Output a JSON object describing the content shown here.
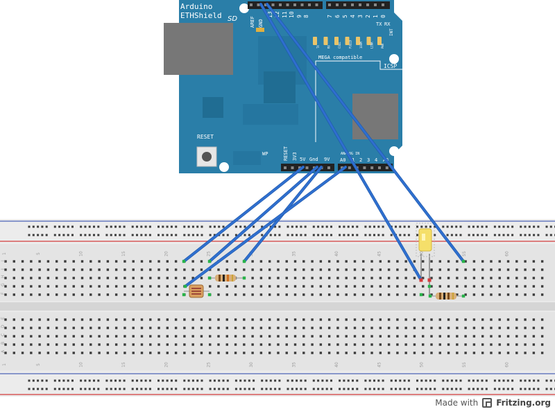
{
  "arduino": {
    "brand": "Arduino",
    "model": "ETHShield",
    "sd_label": "SD",
    "aref_label": "AREF",
    "gnd_label": "GND",
    "digital_pins": [
      "13",
      "12",
      "11",
      "10",
      "9",
      "8",
      "7",
      "6",
      "5",
      "4",
      "3",
      "2",
      "1",
      "0"
    ],
    "tx_label": "TX",
    "rx_label": "RX",
    "int_label": "INT",
    "mega_label": "MEGA compatible",
    "icsp_label": "ICSP",
    "reset_button_label": "RESET",
    "reset_pin_label": "RESET",
    "v33_label": "3V3",
    "v5_label": "5V",
    "gnd_power_label": "Gnd",
    "v9_label": "9V",
    "analog_in_label": "ANALOG IN",
    "analog_pins": [
      "A0",
      "1",
      "2",
      "3",
      "4",
      "A5"
    ],
    "wp_label": "WP",
    "led_labels": [
      "TX",
      "RX",
      "COLL",
      "FULLD",
      "100M",
      "LINK",
      "PWR"
    ]
  },
  "breadboard": {
    "row_letters_top": [
      "J",
      "I",
      "H",
      "G",
      "F"
    ],
    "row_letters_bottom": [
      "E",
      "D",
      "C",
      "B",
      "A"
    ],
    "column_numbers": [
      "1",
      "5",
      "10",
      "15",
      "20",
      "25",
      "30",
      "35",
      "40",
      "45",
      "50",
      "55",
      "60"
    ]
  },
  "footer": {
    "made_with": "Made with",
    "brand": "Fritzing.org"
  },
  "colors": {
    "board": "#2a7ea8",
    "board_dark": "#206d93",
    "wire": "#2f6fcf",
    "rail_red": "#d33b3b",
    "rail_blue": "#4b64b7",
    "breadboard": "#e8e8e8",
    "led": "#f5df6a"
  }
}
